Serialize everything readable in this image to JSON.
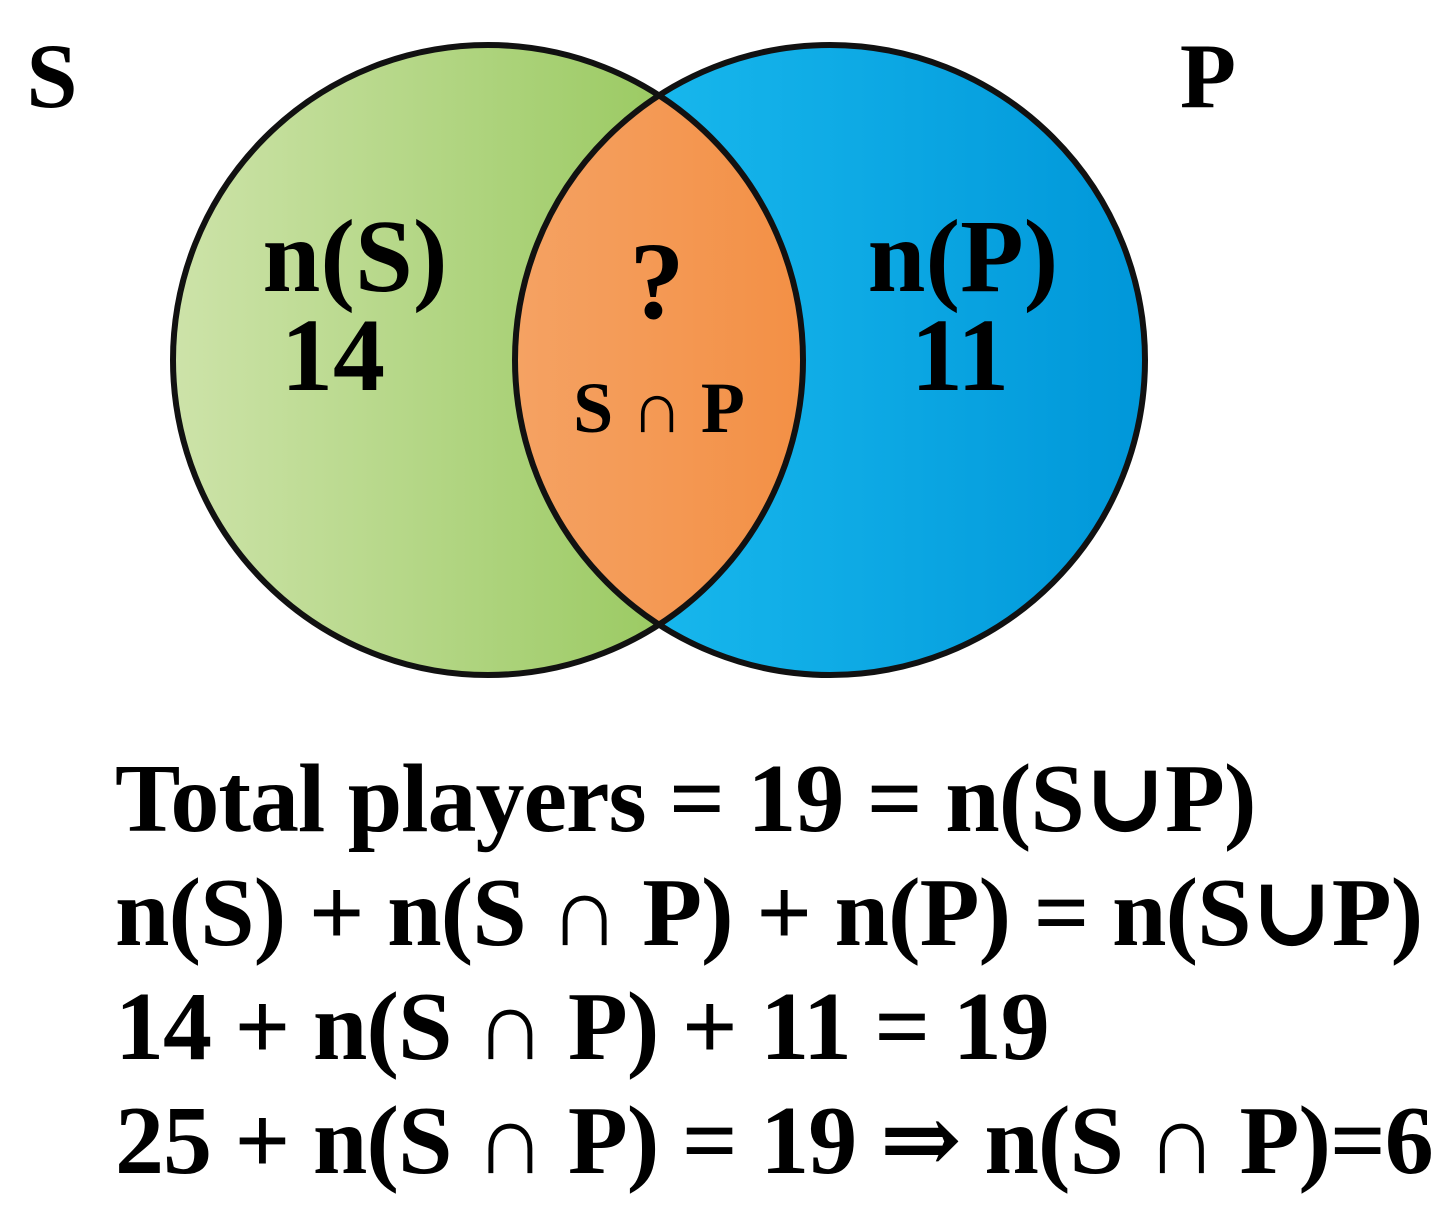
{
  "sets": {
    "left": {
      "name": "S",
      "label": "n(S)",
      "count": "14",
      "color": "#8dc34f",
      "color_light": "#cde3a9"
    },
    "right": {
      "name": "P",
      "label": "n(P)",
      "count": "11",
      "color": "#0097d9",
      "color_light": "#1ec0f2"
    },
    "intersection": {
      "question": "?",
      "label": "S ∩ P",
      "color": "#f07a22",
      "color_light": "#f5a263"
    }
  },
  "equations": [
    "Total players = 19 = n(S∪P)",
    "n(S) + n(S ∩ P) + n(P) = n(S∪P)",
    "14 + n(S ∩ P) + 11 = 19",
    "25 + n(S ∩ P) = 19 ⇒ n(S ∩ P)=6"
  ]
}
